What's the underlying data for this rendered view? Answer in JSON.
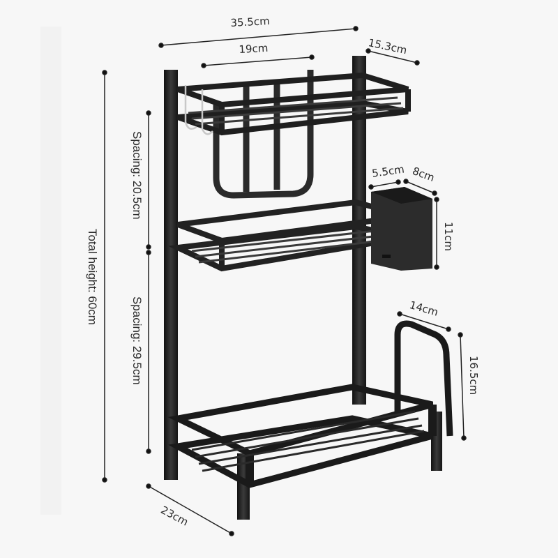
{
  "title": "3-tier black metal kitchen storage rack dimension diagram",
  "colors": {
    "background": "#f7f7f7",
    "metal": "#1f1f1f",
    "metal_highlight": "#4a4a4a",
    "dimension_line": "#222222",
    "hook": "#c8c8c8"
  },
  "dimensions": {
    "width": "35.5cm",
    "top_basket_inner": "19cm",
    "depth_top": "15.3cm",
    "cup_width": "5.5cm",
    "cup_depth": "8cm",
    "cup_height": "11cm",
    "bottom_holder_width": "14cm",
    "bottom_holder_height": "16.5cm",
    "base_depth": "23cm",
    "spacing_upper": "Spacing: 20.5cm",
    "spacing_lower": "Spacing: 29.5cm",
    "total_height": "Total height: 60cm"
  },
  "components": [
    "top-shelf-basket",
    "s-hooks",
    "cutting-board-holder",
    "middle-shelf-basket",
    "utensil-cup",
    "bottom-shelf-basket",
    "pot-lid-holder"
  ]
}
